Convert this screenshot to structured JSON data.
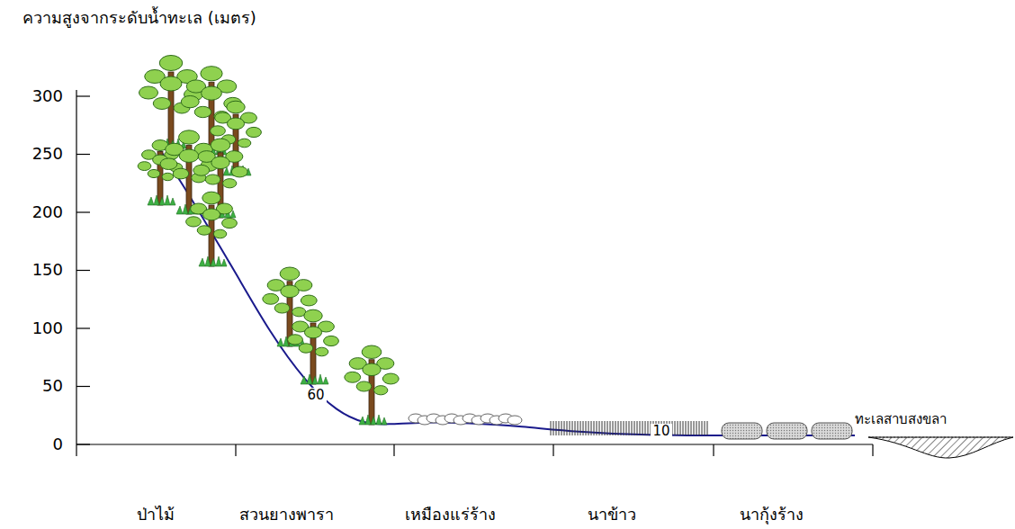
{
  "diagram": {
    "labels": [
      "ความสูงจากระดับน้ำทะเล (เมตร)",
      "300",
      "250",
      "200",
      "150",
      "100",
      "50",
      "0",
      "60",
      "10",
      "ทะเลสาบสงขลา",
      "ป่าไม้",
      "สวนยางพารา",
      "เหมืองแร่ร้าง",
      "นาข้าว",
      "นากุ้งร้าง"
    ]
  }
}
